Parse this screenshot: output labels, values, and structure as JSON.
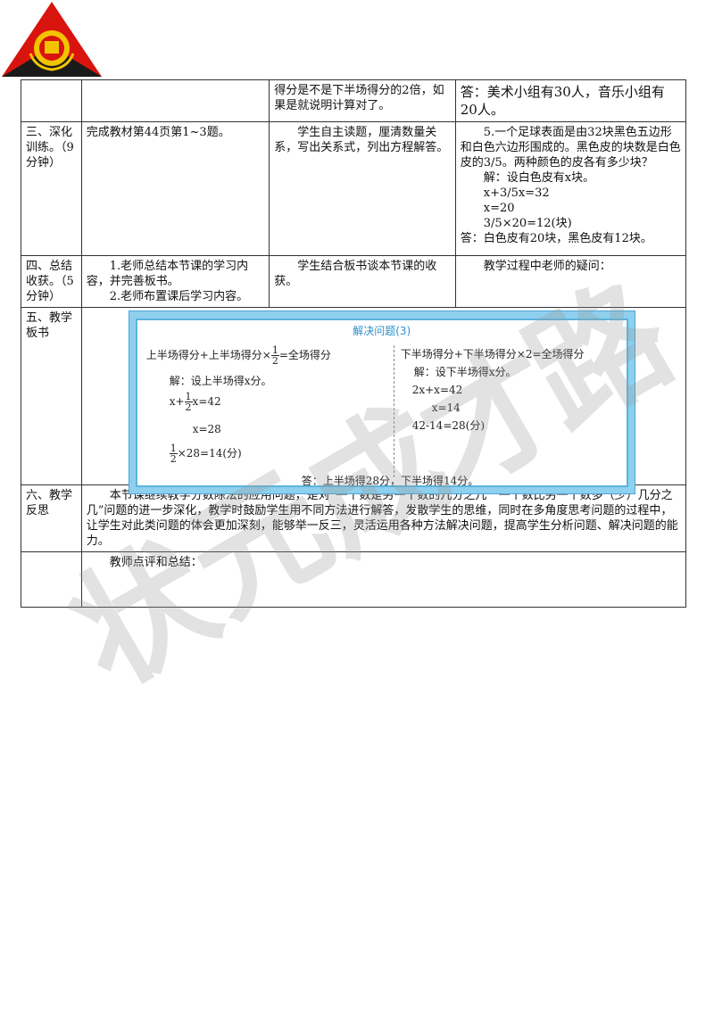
{
  "rows": [
    {
      "c1": "",
      "c2": "",
      "c3": "得分是不是下半场得分的2倍，如果是就说明计算对了。",
      "c4": "答：美术小组有30人，音乐小组有20人。"
    },
    {
      "c1": "三、深化训练。（9分钟）",
      "c2": "完成教材第44页第1~3题。",
      "c3": "学生自主读题，厘清数量关系，写出关系式，列出方程解答。",
      "c4_lines": [
        "5.一个足球表面是由32块黑色五边形和白色六边形围成的。黑色皮的块数是白色皮的3/5。两种颜色的皮各有多少块？",
        "解：设白色皮有x块。",
        "x+3/5x=32",
        "x=20",
        "3/5×20=12(块)",
        "答：白色皮有20块，黑色皮有12块。"
      ]
    },
    {
      "c1": "四、总结收获。（5分钟）",
      "c2_lines": [
        "1.老师总结本节课的学习内容，并完善板书。",
        "2.老师布置课后学习内容。"
      ],
      "c3": "学生结合板书谈本节课的收获。",
      "c4": "教学过程中老师的疑问："
    },
    {
      "c1": "五、教学板书"
    },
    {
      "c1": "六、教学反思",
      "content": "本节课继续教学分数除法的应用问题，是对“一个数是另一个数的几分之几”“一个数比另一个数多（少）几分之几”问题的进一步深化，教学时鼓励学生用不同方法进行解答，发散学生的思维，同时在多角度思考问题的过程中，让学生对此类问题的体会更加深刻，能够举一反三，灵活运用各种方法解决问题，提高学生分析问题、解决问题的能力。"
    },
    {
      "content": "教师点评和总结："
    }
  ],
  "board": {
    "title": "解决问题(3)",
    "left": {
      "formula_a": "上半场得分+上半场得分×",
      "frac_n": "1",
      "frac_d": "2",
      "formula_b": "=全场得分",
      "solve": "解：设上半场得x分。",
      "eq1_a": "x+",
      "eq1_n": "1",
      "eq1_d": "2",
      "eq1_b": "x=42",
      "eq2": "x=28",
      "eq3_n": "1",
      "eq3_d": "2",
      "eq3_b": "×28=14(分)"
    },
    "right": {
      "formula": "下半场得分+下半场得分×2=全场得分",
      "solve": "解：设下半场得x分。",
      "eq1": "2x+x=42",
      "eq2": "x=14",
      "eq3": "42-14=28(分)"
    },
    "answer": "答：上半场得28分，下半场得14分。"
  },
  "watermark": [
    "状",
    "元",
    "成",
    "才",
    "路"
  ],
  "colors": {
    "board_frame": "#8fd0ee",
    "board_title": "#2c8fcc",
    "logo_red": "#d9140e",
    "logo_gold": "#f2c400"
  }
}
